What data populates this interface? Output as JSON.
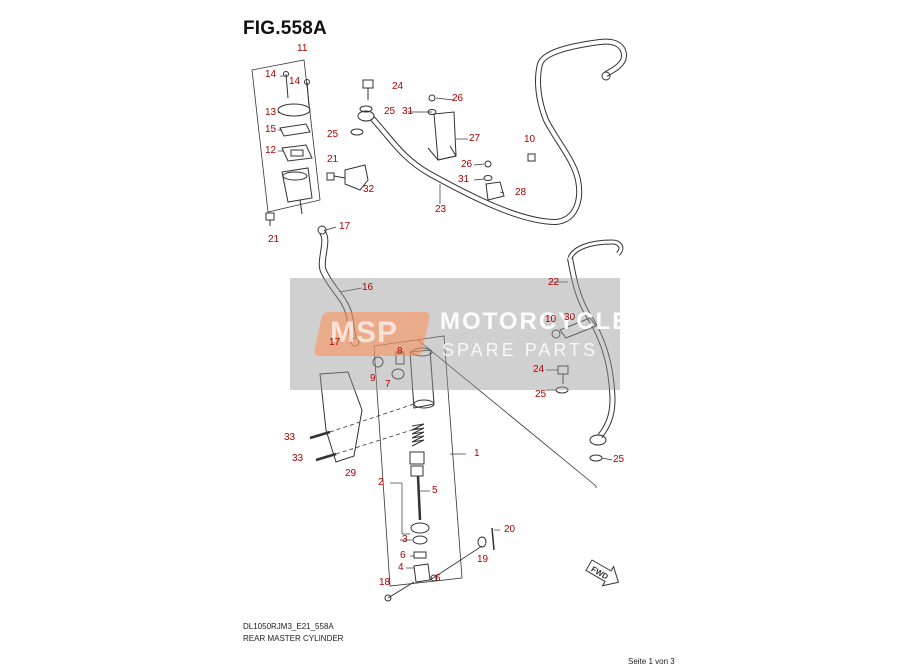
{
  "title": "FIG.558A",
  "model_code": "DL1050RJM3_E21_558A",
  "caption": "REAR MASTER CYLINDER",
  "page_info": "Seite 1 von 3",
  "watermark": {
    "logo": "MSP",
    "line1": "MOTORCYCLE",
    "line2": "SPARE PARTS"
  },
  "fwd_label": "FWD",
  "colors": {
    "line": "#333333",
    "callout": "#b00000",
    "watermark": "#999999",
    "logo_accent": "#ff8c50"
  },
  "callouts": {
    "c11": "11",
    "c14a": "14",
    "c14b": "14",
    "c13": "13",
    "c15": "15",
    "c12": "12",
    "c21a": "21",
    "c21b": "21",
    "c32": "32",
    "c17a": "17",
    "c16": "16",
    "c17b": "17",
    "c24a": "24",
    "c25a": "25",
    "c25b": "25",
    "c26a": "26",
    "c31a": "31",
    "c27": "27",
    "c10a": "10",
    "c26b": "26",
    "c31b": "31",
    "c28": "28",
    "c23": "23",
    "c22": "22",
    "c10b": "10",
    "c30": "30",
    "c24b": "24",
    "c25c": "25",
    "c25d": "25",
    "c9": "9",
    "c8": "8",
    "c7": "7",
    "c33a": "33",
    "c33b": "33",
    "c29": "29",
    "c1": "1",
    "c2": "2",
    "c5": "5",
    "c3": "3",
    "c6a": "6",
    "c4": "4",
    "c6b": "6",
    "c18": "18",
    "c20": "20",
    "c19": "19"
  }
}
